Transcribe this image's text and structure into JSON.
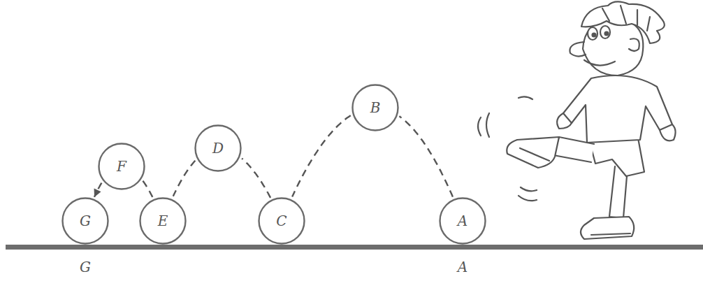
{
  "diagram": {
    "nodes": [
      {
        "text": [
          "A"
        ]
      },
      {
        "text": [
          "B"
        ]
      },
      {
        "text": [
          "C"
        ]
      },
      {
        "text": [
          "D"
        ]
      },
      {
        "text": [
          "E"
        ]
      },
      {
        "text": [
          "F"
        ]
      },
      {
        "text": [
          "G"
        ]
      }
    ],
    "edges": [
      {
        "from": 0,
        "to": 1,
        "arrow": "none"
      },
      {
        "from": 1,
        "to": 2,
        "arrow": "none"
      },
      {
        "from": 2,
        "to": 3,
        "arrow": "none"
      },
      {
        "from": 3,
        "to": 4,
        "arrow": "none"
      },
      {
        "from": 4,
        "to": 5,
        "arrow": "none"
      },
      {
        "from": 5,
        "to": 6,
        "arrow": "to"
      }
    ],
    "labels": [
      "G",
      "A"
    ]
  }
}
